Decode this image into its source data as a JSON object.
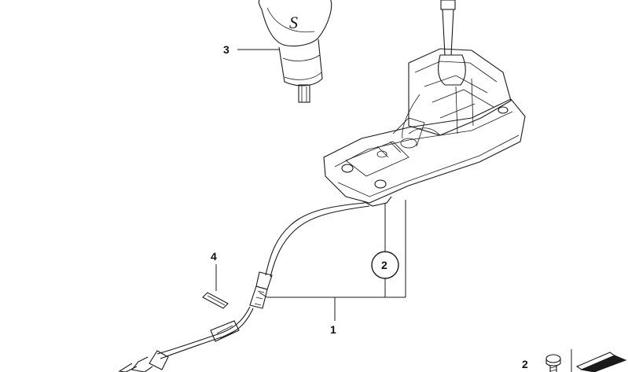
{
  "callouts": {
    "c1": "1",
    "c2": "2",
    "c3": "3",
    "c4": "4",
    "legend_num": "2"
  },
  "logo_text": "S"
}
